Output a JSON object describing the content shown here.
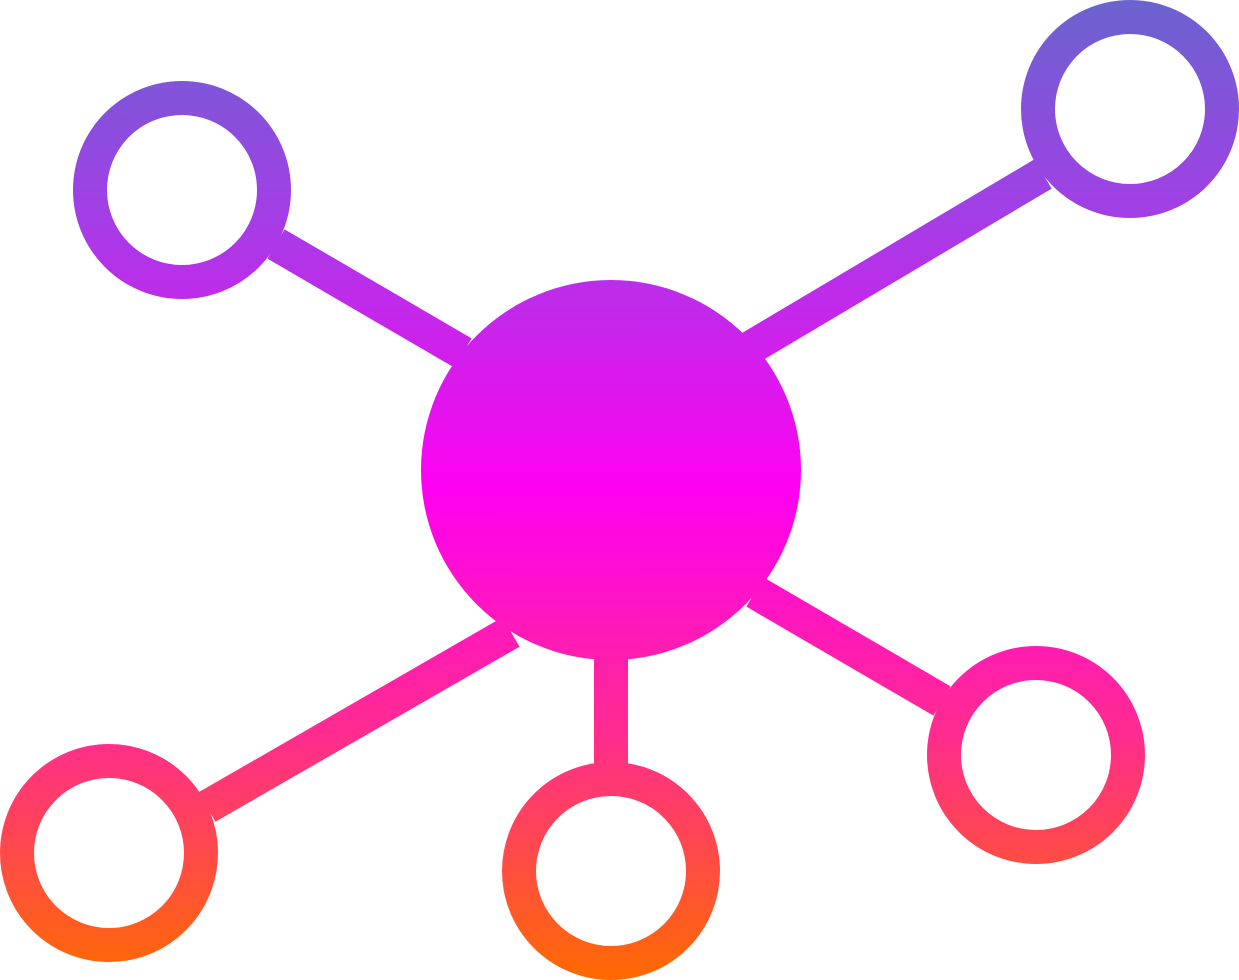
{
  "icon": {
    "name": "network-hub-icon",
    "style": "gradient-glyph",
    "gradient": {
      "top": "#6a63cf",
      "upper": "#a33ee6",
      "middle": "#ff00f2",
      "lower": "#ff2c8e",
      "bottom": "#ff6a00"
    },
    "hub": {
      "shape": "filled-circle"
    },
    "satellites": [
      {
        "name": "satellite-node-top-left",
        "shape": "ring"
      },
      {
        "name": "satellite-node-top-right",
        "shape": "ring"
      },
      {
        "name": "satellite-node-bottom-left",
        "shape": "ring"
      },
      {
        "name": "satellite-node-bottom-center",
        "shape": "ring"
      },
      {
        "name": "satellite-node-bottom-right",
        "shape": "ring"
      }
    ]
  }
}
